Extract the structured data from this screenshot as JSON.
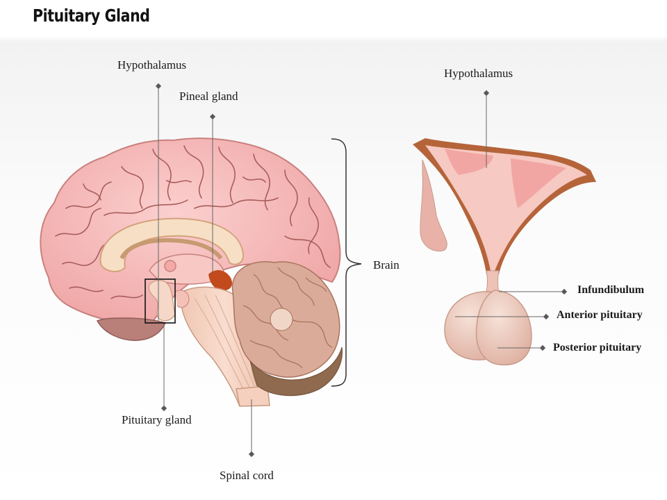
{
  "title": "Pituitary Gland",
  "labels": {
    "hypothalamus_left": "Hypothalamus",
    "pineal_gland": "Pineal gland",
    "brain": "Brain",
    "pituitary_gland": "Pituitary gland",
    "spinal_cord": "Spinal cord",
    "hypothalamus_right": "Hypothalamus",
    "infundibulum": "Infundibulum",
    "anterior_pituitary": "Anterior pituitary",
    "posterior_pituitary": "Posterior pituitary"
  },
  "colors": {
    "cortex": "#f4b3b3",
    "cortex_outline": "#c9807d",
    "cerebellum": "#d9ab98",
    "brainstem": "#f5d0be",
    "corpus_callosum": "#f6dfc5",
    "brown_band": "#b5643a",
    "gland": "#edc9bb"
  }
}
